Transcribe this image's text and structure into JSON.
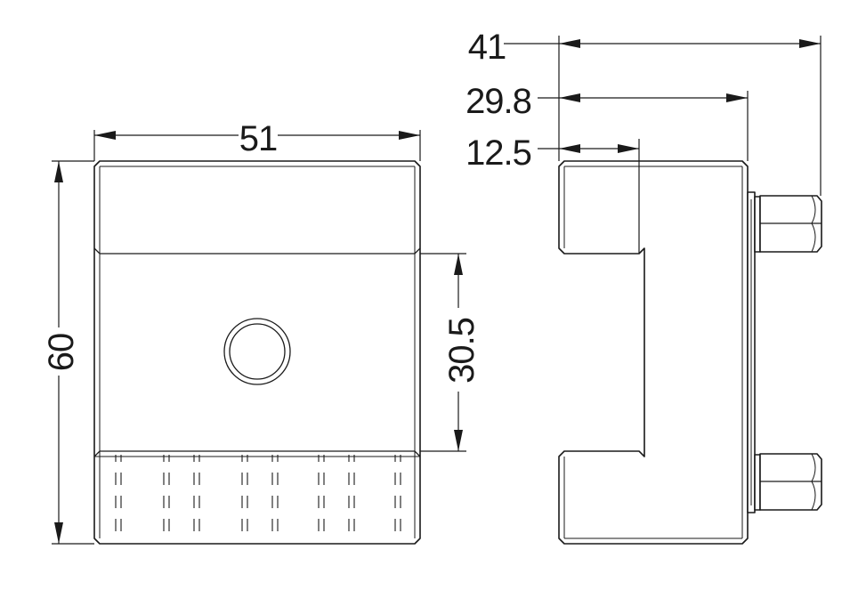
{
  "dimensions": {
    "front_width": "51",
    "front_height": "60",
    "slot_height": "30.5",
    "side_total_depth": "41",
    "side_body_depth": "29.8",
    "side_jaw_depth": "12.5"
  },
  "colors": {
    "line": "#1a1a1a",
    "background": "#ffffff"
  }
}
